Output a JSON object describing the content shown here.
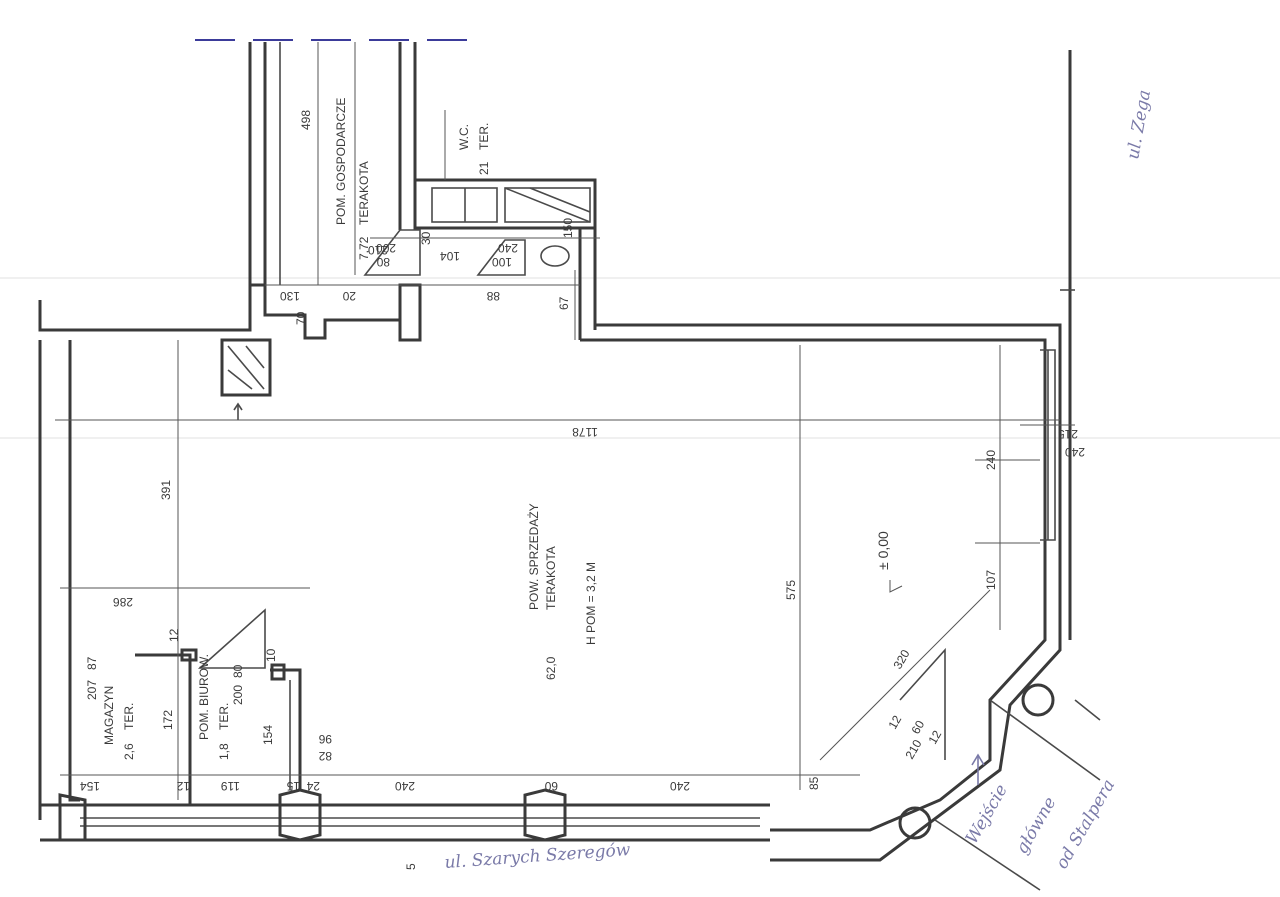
{
  "street_right": "ul. Zega",
  "street_bottom": "ul. Szarych Szeregów",
  "entrance_note": [
    "Wejście",
    "główne",
    "od Stalpera"
  ],
  "rooms": {
    "utility": {
      "name": "POM. GOSPODARCZE",
      "floor": "TERAKOTA",
      "area": "7,72",
      "dim": "498"
    },
    "wc": {
      "name": "W.C.",
      "floor": "TER.",
      "area": "21"
    },
    "sales": {
      "name": "POW. SPRZEDAŻY",
      "floor": "TERAKOTA",
      "area": "62,0",
      "height": "H POM = 3,2 M"
    },
    "storage": {
      "name": "MAGAZYN",
      "floor": "TER.",
      "area": "2,6"
    },
    "office": {
      "name": "POM. BIUROW.",
      "floor": "TER.",
      "area": "1,8"
    }
  },
  "level": "± 0,00",
  "dimensions": [
    "1178",
    "391",
    "575",
    "286",
    "240",
    "107",
    "320",
    "215",
    "240",
    "87",
    "207",
    "172",
    "154",
    "119",
    "12",
    "24",
    "240",
    "60",
    "240",
    "85",
    "96",
    "82",
    "154",
    "80",
    "200",
    "80",
    "200",
    "100",
    "240",
    "104",
    "88",
    "67",
    "20",
    "130",
    "70",
    "30",
    "210",
    "150",
    "60",
    "210",
    "12",
    "12",
    "12",
    "10",
    "15",
    "5"
  ],
  "door_labels": [
    {
      "w": "80",
      "h": "200"
    },
    {
      "w": "80",
      "h": "200"
    },
    {
      "w": "80",
      "h": "200"
    },
    {
      "w": "87",
      "h": "207"
    }
  ]
}
